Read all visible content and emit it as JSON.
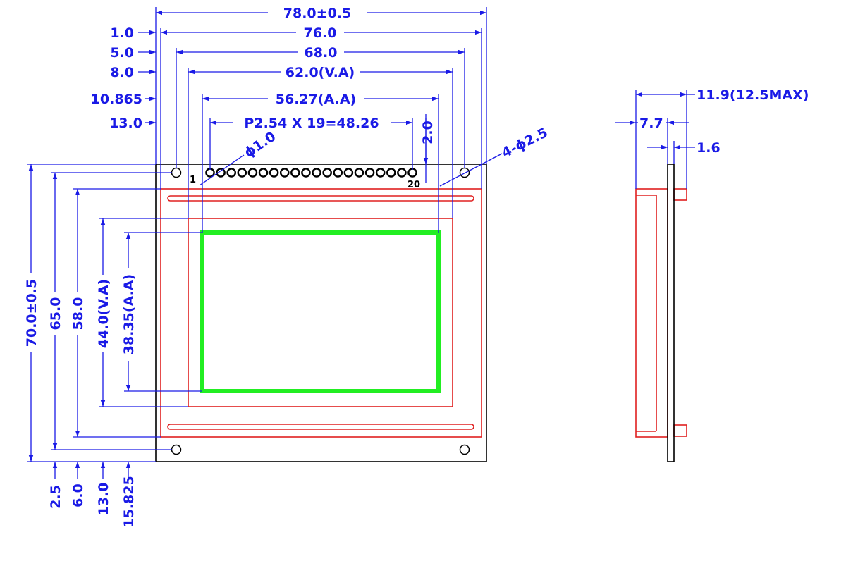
{
  "front_view": {
    "top_dims": {
      "outline": "78.0±0.5",
      "d76": "76.0",
      "d68": "68.0",
      "view_area": "62.0(V.A)",
      "active_area": "56.27(A.A)",
      "pitch": "P2.54 X 19=48.26"
    },
    "left_offsets": {
      "o1": "1.0",
      "o5": "5.0",
      "o8": "8.0",
      "o10865": "10.865",
      "o13": "13.0"
    },
    "right_dim_2": "2.0",
    "pin_hole_note": "ϕ1.0",
    "mount_hole_note": "4-ϕ2.5",
    "pin_first_label": "1",
    "pin_last_label": "20",
    "pin_count": 20,
    "vertical_dims": {
      "outline": "70.0±0.5",
      "d65": "65.0",
      "d58": "58.0",
      "view_area": "44.0(V.A)",
      "active_area": "38.35(A.A)"
    },
    "bottom_offsets": {
      "b25": "2.5",
      "b6": "6.0",
      "b13": "13.0",
      "b15825": "15.825"
    },
    "colors": {
      "dimension": "#1a1ae6",
      "bezel": "#e02020",
      "active_area": "#22ee22",
      "outline": "#000000"
    }
  },
  "side_view": {
    "thickness": "11.9(12.5MAX)",
    "module": "7.7",
    "pcb": "1.6"
  }
}
